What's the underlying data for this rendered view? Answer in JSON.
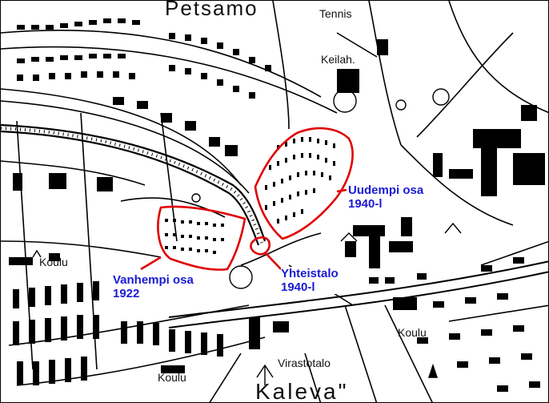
{
  "map": {
    "places": {
      "petsamo": "Petsamo",
      "tennis": "Tennis",
      "keilah": "Keilah.",
      "koulu_west": "Koulu",
      "koulu_east": "Koulu",
      "koulu_south": "Koulu",
      "virastotalo": "Virastotalo",
      "kaleva": "Kaleva\""
    },
    "annotations": {
      "new_part_name": "Uudempi osa",
      "new_part_year": "1940-l",
      "old_part_name": "Vanhempi osa",
      "old_part_year": "1922",
      "community_name": "Yhteistalo",
      "community_year": "1940-l"
    },
    "colors": {
      "highlight": "#e00000",
      "annotation_text": "#1a1ad6",
      "map_ink": "#000000"
    }
  }
}
